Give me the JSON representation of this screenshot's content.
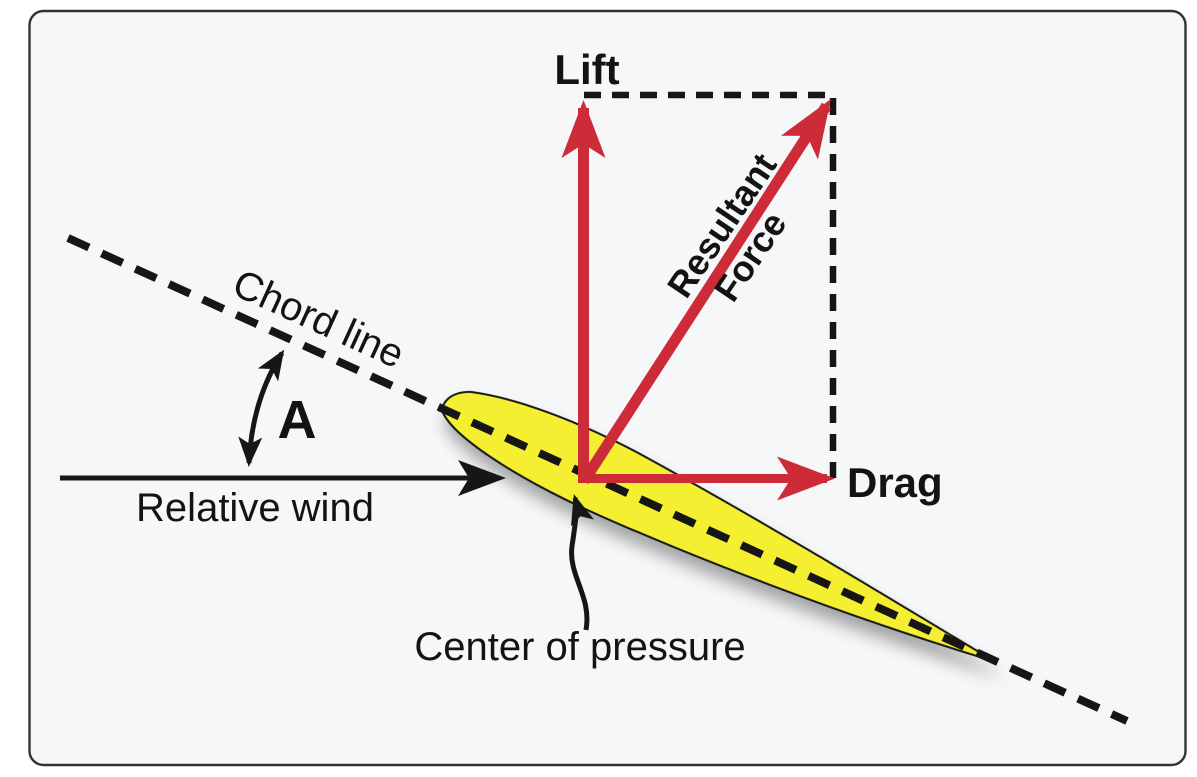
{
  "diagram": {
    "description": "Aerodynamic forces acting on an airfoil",
    "labels": {
      "lift": "Lift",
      "drag": "Drag",
      "resultant_line1": "Resultant",
      "resultant_line2": "Force",
      "chord_line": "Chord line",
      "relative_wind": "Relative wind",
      "angle_of_attack": "A",
      "center_of_pressure": "Center of pressure"
    },
    "colors": {
      "force_red": "#CD2B38",
      "airfoil_yellow": "#F4F031",
      "line_black": "#161616",
      "background": "#F5F7F9",
      "frame_border": "#333333"
    }
  }
}
